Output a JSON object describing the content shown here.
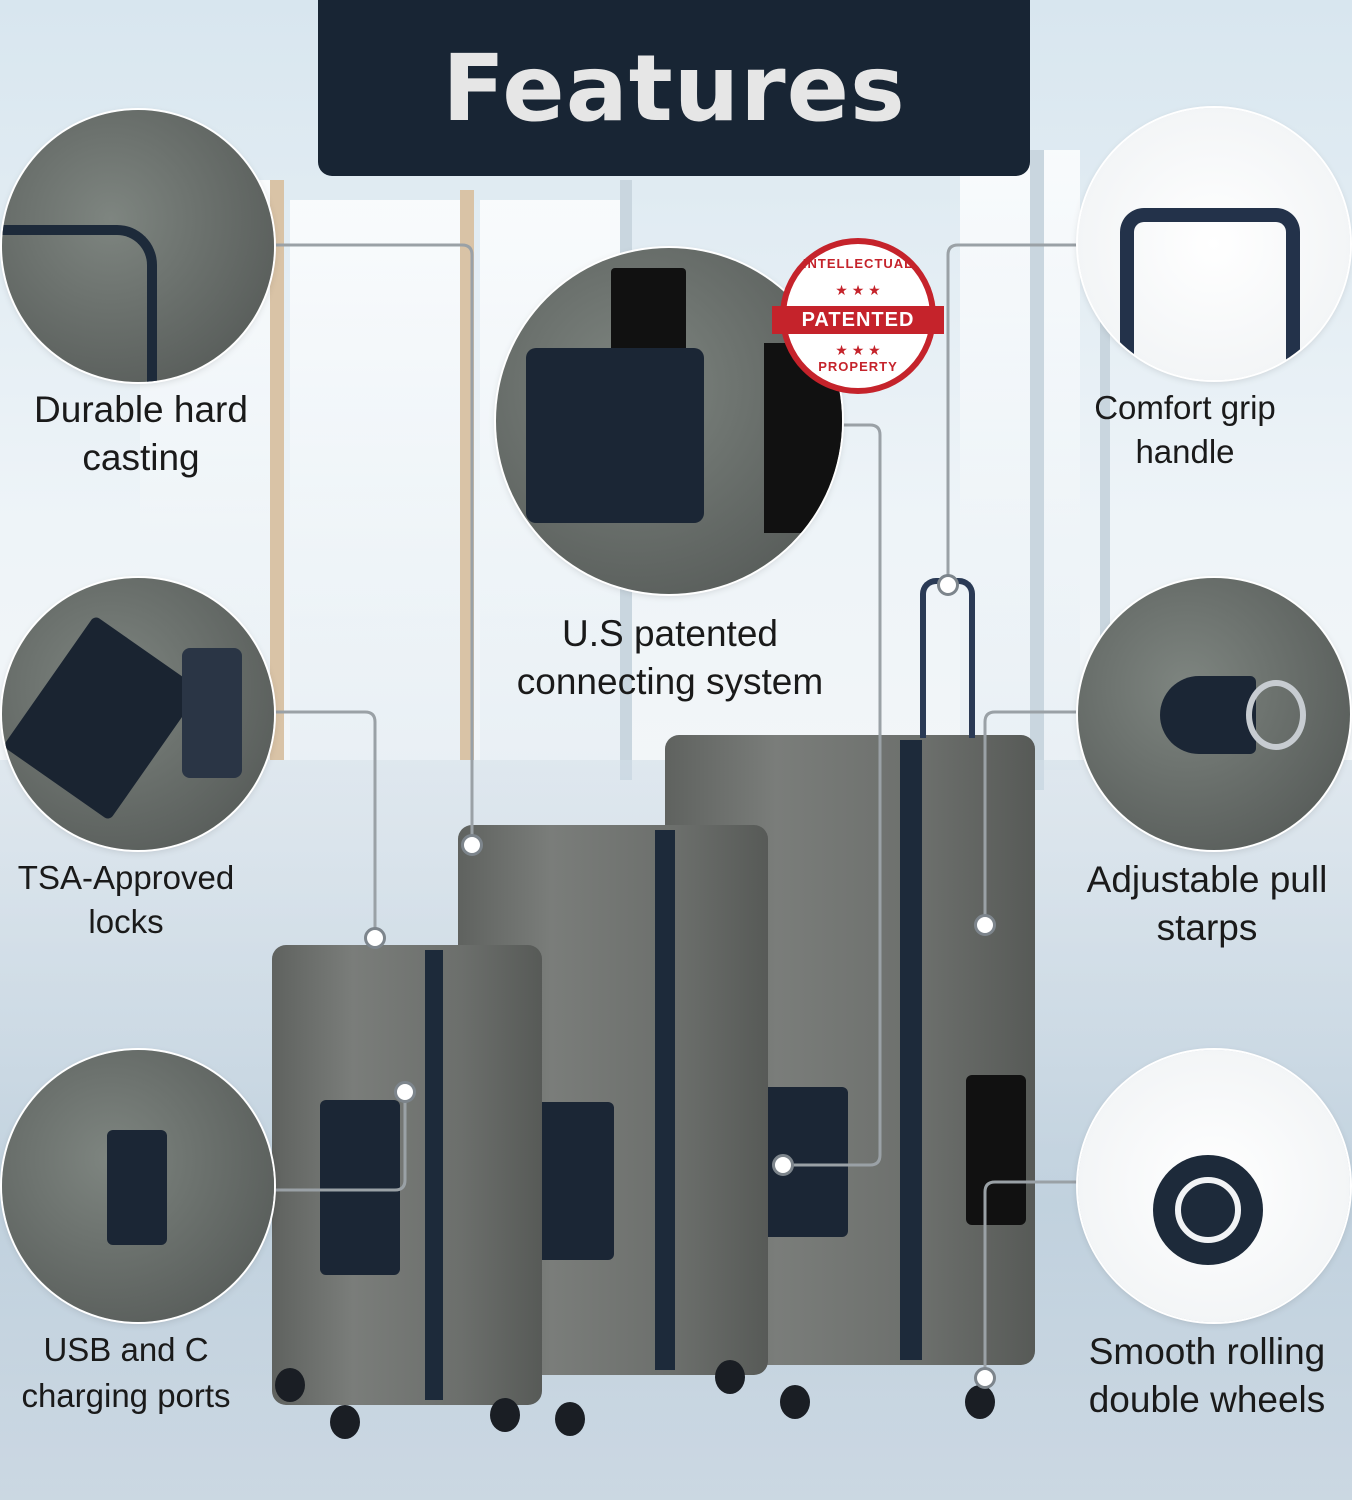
{
  "title": "Features",
  "badge": {
    "top": "INTELLECTUAL",
    "band": "PATENTED",
    "bottom": "PROPERTY",
    "stars": "★ ★ ★"
  },
  "features": {
    "durable": [
      "Durable hard",
      "casting"
    ],
    "tsa": [
      "TSA-Approved",
      "locks"
    ],
    "usb": [
      "USB and C",
      "charging ports"
    ],
    "connect": [
      "U.S patented",
      "connecting system"
    ],
    "grip": [
      "Comfort grip",
      "handle"
    ],
    "straps": [
      "Adjustable pull",
      "starps"
    ],
    "wheels": [
      "Smooth rolling",
      "double wheels"
    ]
  },
  "colors": {
    "title_bar": "#182534",
    "badge_red": "#c5232b",
    "shell": "#6c6f6c",
    "trim": "#1d2a3a"
  }
}
